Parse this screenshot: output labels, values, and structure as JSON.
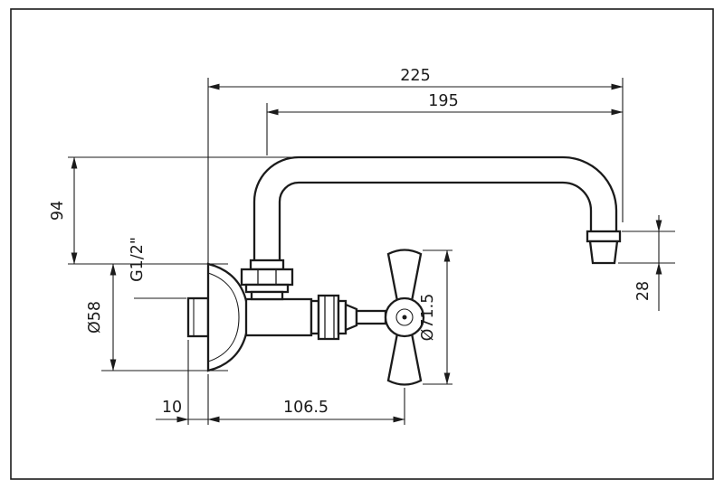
{
  "drawing": {
    "subject": "wall-mounted swivel-spout faucet technical drawing",
    "line_color": "#1b1b1b",
    "background_color": "#ffffff"
  },
  "dims": {
    "overall_reach": "225",
    "spout_reach": "195",
    "spout_height": "94",
    "thread_size": "G1/2\"",
    "flange_diameter": "Ø58",
    "wall_offset": "10",
    "handle_distance": "106.5",
    "handle_diameter": "Ø71.5",
    "outlet_length": "28"
  }
}
